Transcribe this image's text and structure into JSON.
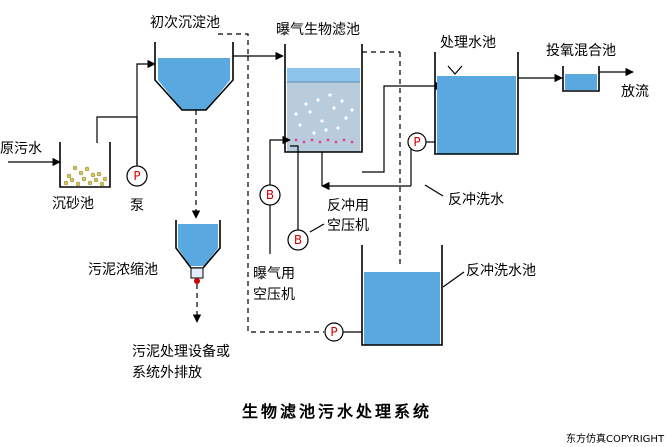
{
  "labels": {
    "raw_sewage": "原污水",
    "grit_chamber": "沉砂池",
    "pump": "泵",
    "primary_clarifier": "初次沉淀池",
    "sludge_thickener": "污泥浓缩池",
    "sludge_disposal_line1": "污泥处理设备或",
    "sludge_disposal_line2": "系统外排放",
    "baf": "曝气生物滤池",
    "aeration_compressor_line1": "曝气用",
    "aeration_compressor_line2": "空压机",
    "backwash_compressor_line1": "反冲用",
    "backwash_compressor_line2": "空压机",
    "treated_tank": "处理水池",
    "chlorination_tank": "投氧混合池",
    "discharge": "放流",
    "backwash_water": "反冲洗水",
    "backwash_tank": "反冲洗水池",
    "title": "生物滤池污水处理系统",
    "copyright": "东方仿真COPYRIGHT"
  },
  "pump_symbol": "P",
  "blower_symbol": "B",
  "colors": {
    "water": "#5aa8e0",
    "water_light": "#8cc4ec",
    "media": "#b8ccdc",
    "symbol_text": "#d00000",
    "grit": "#d8c860"
  }
}
